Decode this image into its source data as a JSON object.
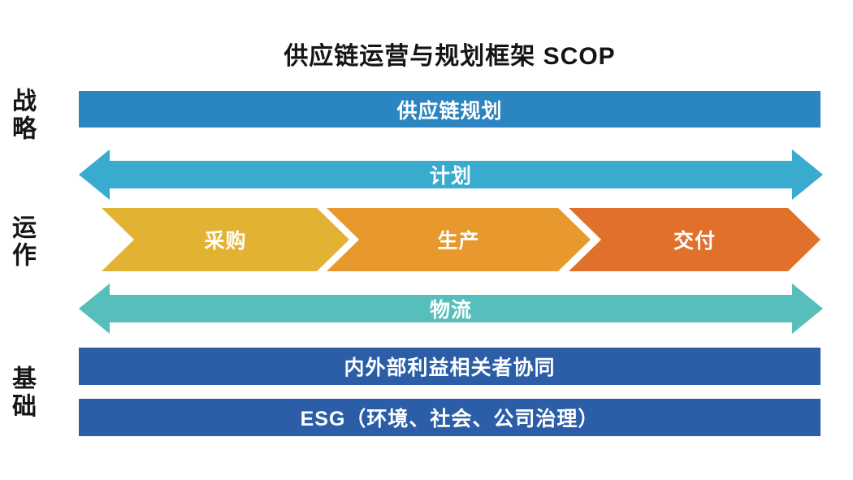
{
  "title": "供应链运营与规划框架 SCOP",
  "row_labels": {
    "strategy": "战略",
    "operations": "运作",
    "foundation": "基础"
  },
  "layers": {
    "planning_bar": "供应链规划",
    "plan_arrow": "计划",
    "process_arrows": [
      {
        "label": "采购",
        "color": "#E2B233"
      },
      {
        "label": "生产",
        "color": "#E8992E"
      },
      {
        "label": "交付",
        "color": "#E0702A"
      }
    ],
    "logistics_arrow": "物流",
    "collaboration_bar": "内外部利益相关者协同",
    "esg_bar": "ESG（环境、社会、公司治理）"
  },
  "colors": {
    "planning_bar": "#2A85C1",
    "plan_arrow": "#38ABCE",
    "logistics_arrow": "#56BFBB",
    "foundation_bars": "#2B5EA7",
    "text_on_fill": "#FFFFFF",
    "title_text": "#151515"
  }
}
